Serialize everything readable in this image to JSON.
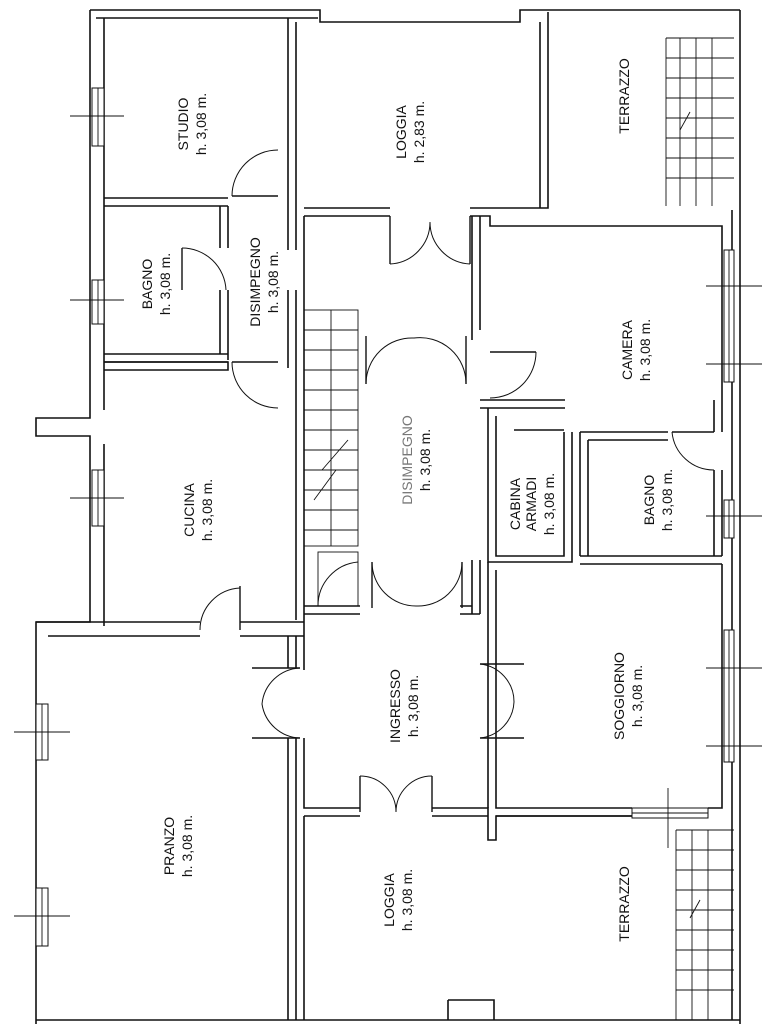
{
  "rooms": {
    "studio": {
      "name": "STUDIO",
      "height": "h. 3,08 m."
    },
    "loggia_top": {
      "name": "LOGGIA",
      "height": "h. 2,83 m."
    },
    "terrazzo_top": {
      "name": "TERRAZZO"
    },
    "bagno_left": {
      "name": "BAGNO",
      "height": "h. 3,08 m."
    },
    "disimpegno_small": {
      "name": "DISIMPEGNO",
      "height": "h. 3,08 m."
    },
    "camera": {
      "name": "CAMERA",
      "height": "h. 3,08 m."
    },
    "disimpegno_main": {
      "name": "DISIMPEGNO",
      "height": "h. 3,08 m."
    },
    "cucina": {
      "name": "CUCINA",
      "height": "h. 3,08 m."
    },
    "cabina": {
      "name": "CABINA",
      "name2": "ARMADI",
      "height": "h. 3,08 m."
    },
    "bagno_right": {
      "name": "BAGNO",
      "height": "h. 3,08 m."
    },
    "ingresso": {
      "name": "INGRESSO",
      "height": "h. 3,08 m."
    },
    "soggiorno": {
      "name": "SOGGIORNO",
      "height": "h. 3,08 m."
    },
    "pranzo": {
      "name": "PRANZO",
      "height": "h. 3,08 m."
    },
    "loggia_bottom": {
      "name": "LOGGIA",
      "height": "h. 3,08 m."
    },
    "terrazzo_bottom": {
      "name": "TERRAZZO"
    }
  }
}
